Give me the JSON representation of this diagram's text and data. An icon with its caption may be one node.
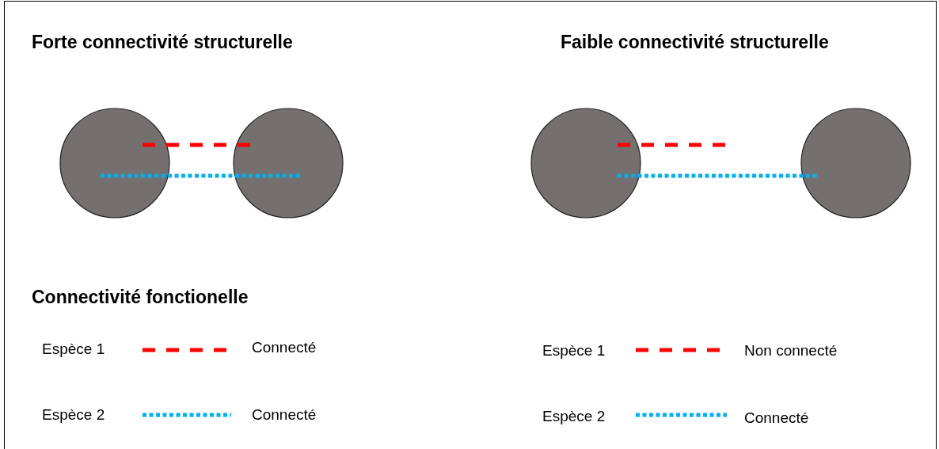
{
  "diagram": {
    "nodes": [
      {
        "text": [],
        "shape": "circle"
      },
      {
        "text": [],
        "shape": "circle"
      },
      {
        "text": [],
        "shape": "circle"
      },
      {
        "text": [],
        "shape": "circle"
      }
    ],
    "edges": [
      {
        "from": 0,
        "to": 1,
        "arrow": "none",
        "style": "dashed",
        "color": "#ff0000"
      },
      {
        "from": 0,
        "to": 1,
        "arrow": "none",
        "style": "dashed",
        "color": "#00b0f0"
      },
      {
        "from": 2,
        "to": null,
        "arrow": "none",
        "style": "dashed",
        "color": "#ff0000"
      },
      {
        "from": 2,
        "to": 3,
        "arrow": "none",
        "style": "dashed",
        "color": "#00b0f0"
      }
    ],
    "labels": [
      "Forte connectivité structurelle",
      "Faible connectivité structurelle",
      "Connectivité fonctionelle",
      "Espèce 1",
      "Connecté",
      "Espèce 1",
      "Non connecté",
      "Espèce 2",
      "Connecté",
      "Espèce 2",
      "Connecté"
    ]
  }
}
